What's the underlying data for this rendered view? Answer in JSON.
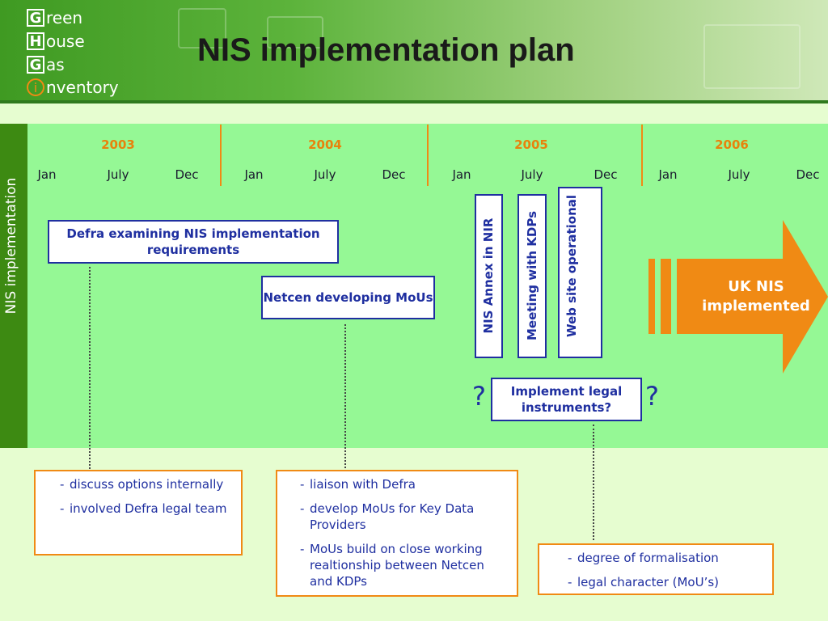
{
  "header": {
    "title": "NIS implementation plan",
    "logo": [
      {
        "letter": "G",
        "rest": "reen"
      },
      {
        "letter": "H",
        "rest": "ouse"
      },
      {
        "letter": "G",
        "rest": "as"
      },
      {
        "letter": "i",
        "rest": "nventory"
      }
    ]
  },
  "sidebar": {
    "label": "NIS implementation"
  },
  "timeline": {
    "years": [
      "2003",
      "2004",
      "2005",
      "2006"
    ],
    "months": [
      "Jan",
      "July",
      "Dec",
      "Jan",
      "July",
      "Dec",
      "Jan",
      "July",
      "Dec",
      "Jan",
      "July",
      "Dec"
    ]
  },
  "tasks": {
    "defra": "Defra examining NIS implementation requirements",
    "netcen": "Netcen developing MoUs",
    "annex": "NIS Annex in NIR",
    "meeting": "Meeting with KDPs",
    "website": "Web site operational",
    "legal": "Implement legal instruments?",
    "q_left": "?",
    "q_right": "?"
  },
  "arrow": {
    "label": "UK NIS implemented",
    "color": "#f08a14"
  },
  "notes": {
    "defra_notes": [
      "discuss options internally",
      "involved Defra legal team"
    ],
    "netcen_notes": [
      "liaison with Defra",
      "develop MoUs for Key Data Providers",
      "MoUs build on close working realtionship between Netcen and KDPs"
    ],
    "legal_notes": [
      "degree of formalisation",
      "legal character (MoU’s)"
    ]
  }
}
